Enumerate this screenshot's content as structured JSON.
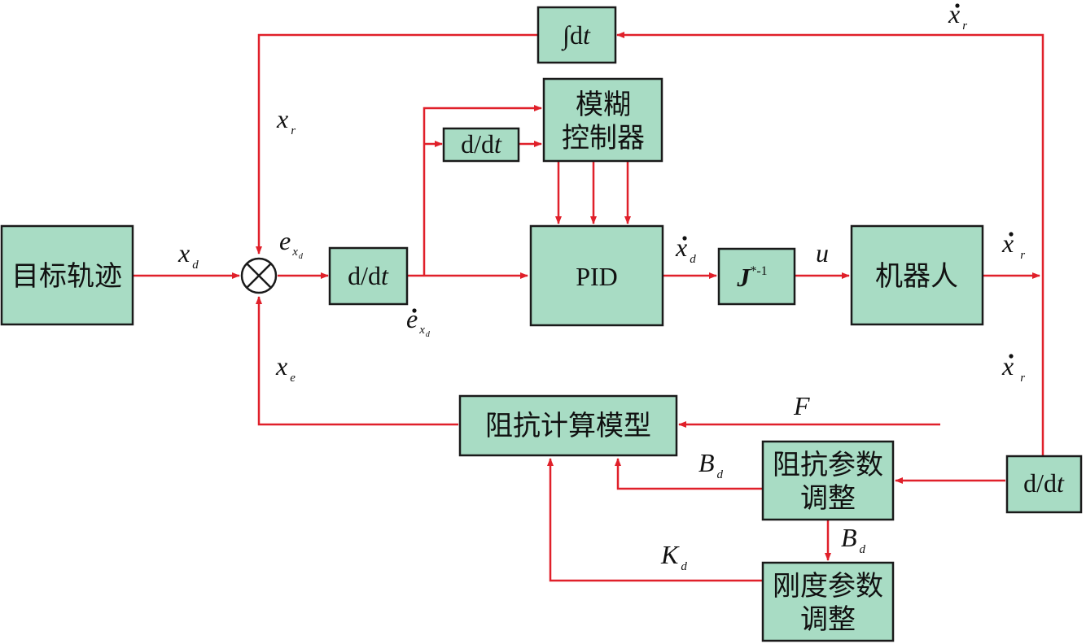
{
  "colors": {
    "block_fill": "#a8dcc4",
    "signal_line": "#e0202a",
    "border": "#1a1a1a"
  },
  "blocks": {
    "target": "目标轨迹",
    "dt1": "d/d",
    "dt1_t": "t",
    "dt2": "d/d",
    "dt2_t": "t",
    "integral": "∫d",
    "integral_t": "t",
    "fuzzy_line1": "模糊",
    "fuzzy_line2": "控制器",
    "pid": "PID",
    "jinv": "J",
    "jinv_sup": "*-1",
    "robot": "机器人",
    "impedance": "阻抗计算模型",
    "imp_adj_line1": "阻抗参数",
    "imp_adj_line2": "调整",
    "stiff_adj_line1": "刚度参数",
    "stiff_adj_line2": "调整",
    "dt3": "d/d",
    "dt3_t": "t"
  },
  "signals": {
    "xd": "x",
    "xd_sub": "d",
    "xr": "x",
    "xr_sub": "r",
    "xe": "x",
    "xe_sub": "e",
    "ex": "e",
    "ex_sub": "x",
    "ex_subsub": "d",
    "edot": "e",
    "edot_sub": "x",
    "edot_subsub": "d",
    "xdot_d": "x",
    "xdot_d_sub": "d",
    "u": "u",
    "xdot_r_top": "x",
    "xdot_r_top_sub": "r",
    "xdot_r_right": "x",
    "xdot_r_right_sub": "r",
    "xdot_r_mid": "x",
    "xdot_r_mid_sub": "r",
    "F": "F",
    "Bd1": "B",
    "Bd1_sub": "d",
    "Bd2": "B",
    "Bd2_sub": "d",
    "Kd": "K",
    "Kd_sub": "d"
  }
}
